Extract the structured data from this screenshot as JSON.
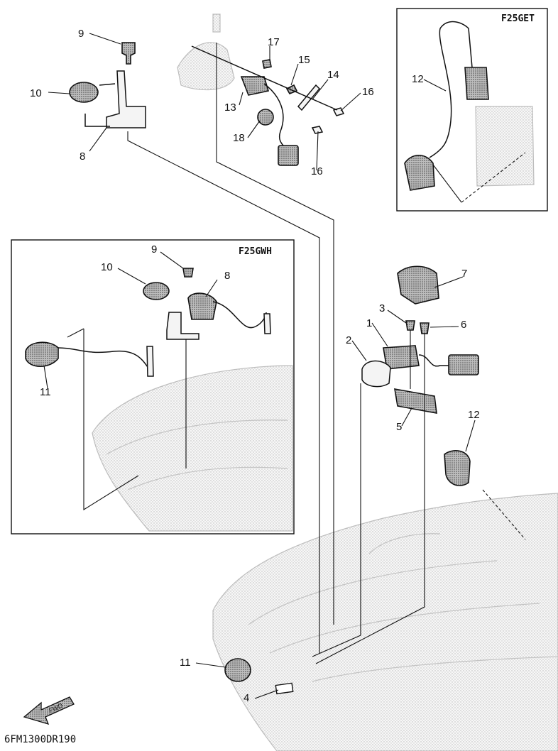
{
  "insets": {
    "top_right": {
      "title": "F25GET"
    },
    "left": {
      "title": "F25GWH"
    }
  },
  "callouts": {
    "n1": "1",
    "n2": "2",
    "n3": "3",
    "n4": "4",
    "n5": "5",
    "n6": "6",
    "n7": "7",
    "n8": "8",
    "n9": "9",
    "n10": "10",
    "n11": "11",
    "n12": "12",
    "n13": "13",
    "n14": "14",
    "n15": "15",
    "n16": "16",
    "n17": "17",
    "n18": "18"
  },
  "direction_arrow": {
    "label": "FWD",
    "icon": "forward-arrow-icon"
  },
  "footer": {
    "code": "6FM1300DR190"
  }
}
